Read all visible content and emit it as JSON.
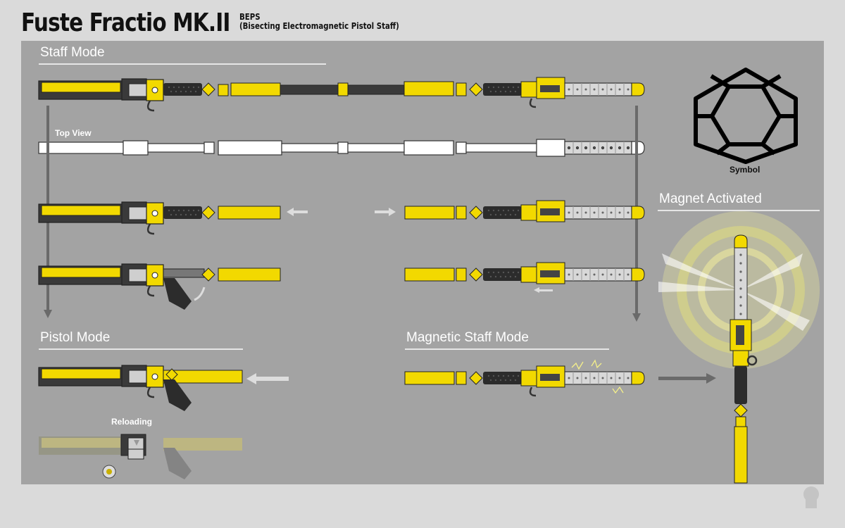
{
  "header": {
    "title": "Fuste Fractio MK.II",
    "subtitle_line1": "BEPS",
    "subtitle_line2": "(Bisecting Electromagnetic Pistol Staff)"
  },
  "sections": {
    "staff_mode": "Staff Mode",
    "pistol_mode": "Pistol Mode",
    "magnetic_staff_mode": "Magnetic Staff Mode",
    "magnet_activated": "Magnet Activated"
  },
  "labels": {
    "top_view": "Top View",
    "reloading": "Reloading",
    "symbol": "Symbol"
  },
  "colors": {
    "background": "#dadada",
    "panel": "#a3a3a3",
    "accent_yellow": "#f2d900",
    "dark_body": "#3a3a3a",
    "grip": "#2c2c2c",
    "white_text": "#ffffff"
  },
  "icons": [
    "hexagon-cube-symbol-icon",
    "arrow-left-icon",
    "arrow-right-icon",
    "arrow-down-icon",
    "artist-signature-icon"
  ]
}
